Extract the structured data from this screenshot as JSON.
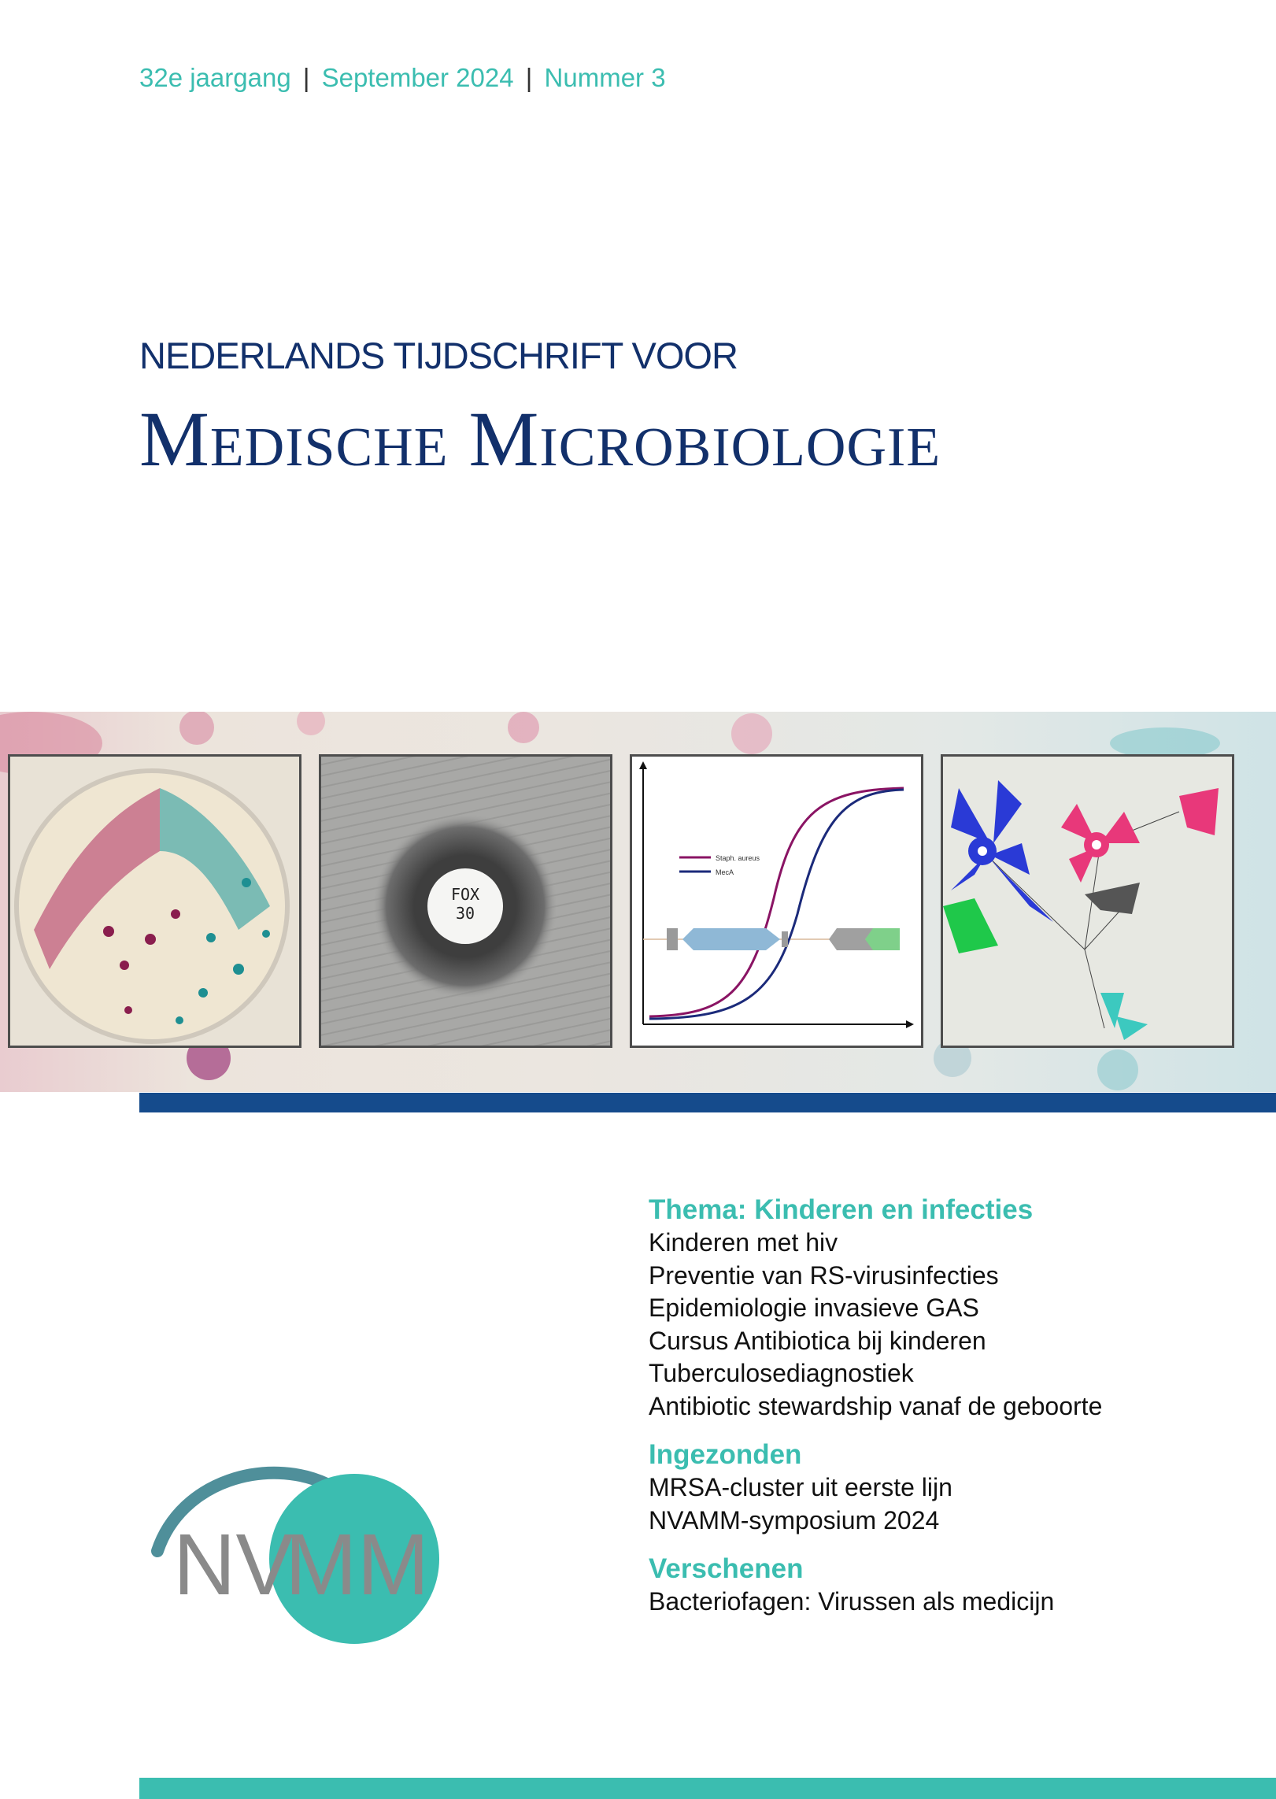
{
  "header": {
    "volume": "32e jaargang",
    "separator": "|",
    "date": "September 2024",
    "issue": "Nummer 3"
  },
  "journal": {
    "subtitle": "NEDERLANDS TIJDSCHRIFT VOOR",
    "title": "Medische Microbiologie"
  },
  "banner": {
    "panel2_disc_line1": "FOX",
    "panel2_disc_line2": "30",
    "panel3_legend": [
      "Staph. aureus",
      "MecA"
    ]
  },
  "contents": {
    "sections": [
      {
        "heading": "Thema: Kinderen en infecties",
        "items": [
          "Kinderen met hiv",
          "Preventie van RS-virusinfecties",
          "Epidemiologie invasieve GAS",
          "Cursus Antibiotica bij kinderen",
          "Tuberculosediagnostiek",
          "Antibiotic stewardship vanaf de geboorte"
        ]
      },
      {
        "heading": "Ingezonden",
        "items": [
          "MRSA-cluster uit eerste lijn",
          "NVAMM-symposium 2024"
        ]
      },
      {
        "heading": "Verschenen",
        "items": [
          "Bacteriofagen: Virussen als medicijn"
        ]
      }
    ]
  },
  "logo": {
    "text_nv": "NV",
    "text_mm": "MM"
  },
  "colors": {
    "teal": "#3bbdb0",
    "navy": "#12306b",
    "bar_blue": "#154b8c",
    "logo_grey": "#8a8a8a"
  }
}
